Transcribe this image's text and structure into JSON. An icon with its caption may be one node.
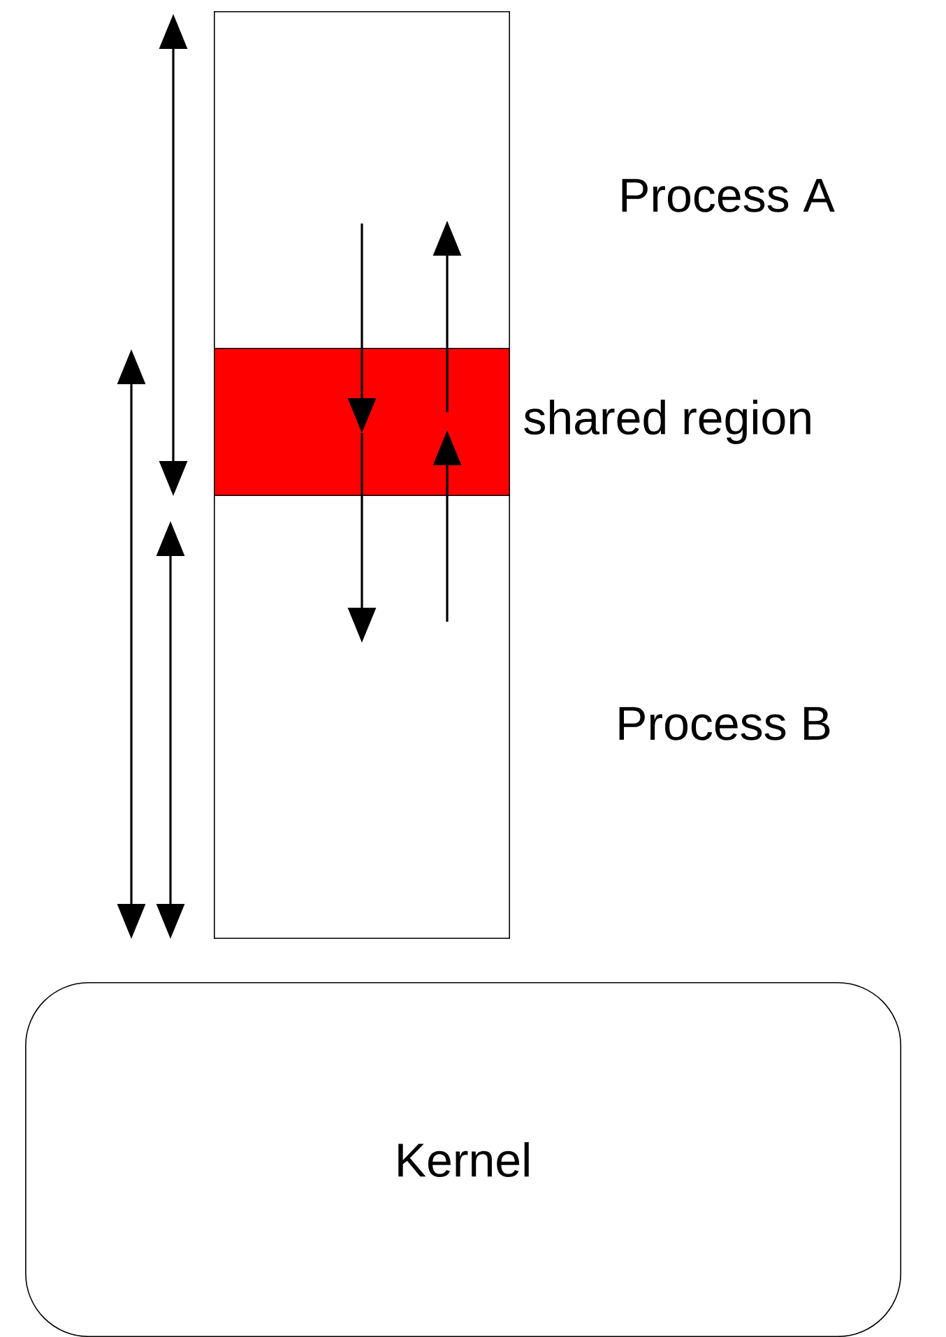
{
  "diagram": {
    "nodes": [
      {
        "text": [],
        "shape": "box"
      },
      {
        "text": [],
        "shape": "box",
        "in": 0,
        "beside": [
          "shared region"
        ]
      },
      {
        "text": [
          "Kernel"
        ]
      }
    ],
    "labels": [
      "Process A",
      "Process B"
    ]
  }
}
